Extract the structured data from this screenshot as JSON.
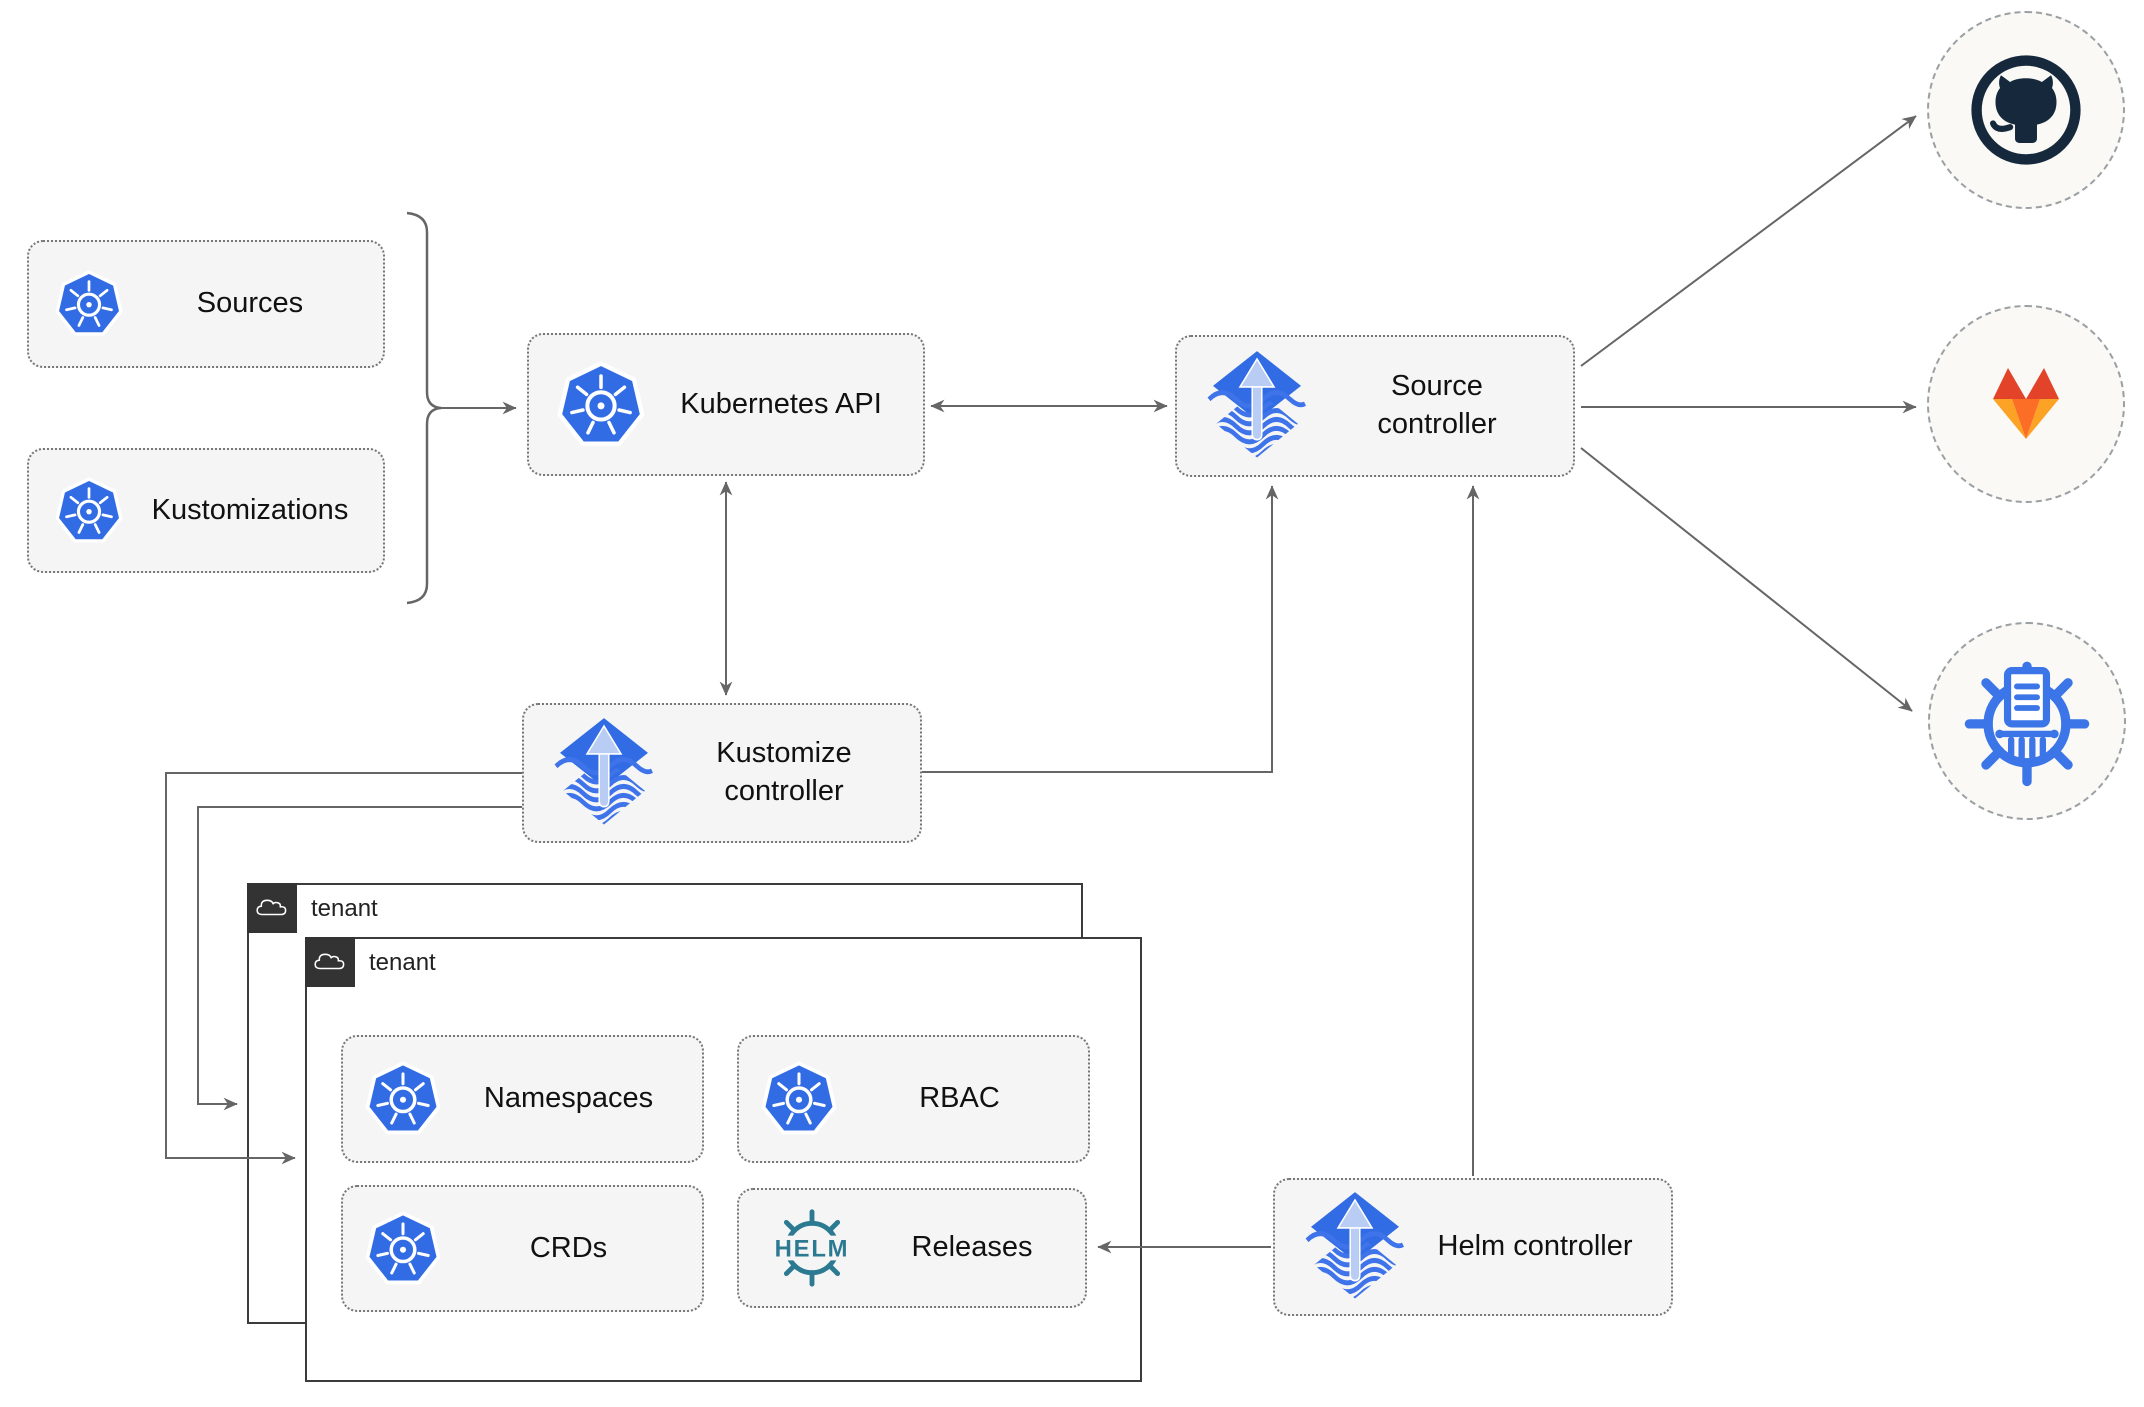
{
  "diagram": {
    "nodes": {
      "sources": {
        "label": "Sources"
      },
      "kustomizations": {
        "label": "Kustomizations"
      },
      "kubernetes_api": {
        "label": "Kubernetes API"
      },
      "source_controller": {
        "label": "Source controller"
      },
      "kustomize_controller": {
        "label": "Kustomize controller"
      },
      "helm_controller": {
        "label": "Helm controller"
      },
      "namespaces": {
        "label": "Namespaces"
      },
      "rbac": {
        "label": "RBAC"
      },
      "crds": {
        "label": "CRDs"
      },
      "releases": {
        "label": "Releases"
      }
    },
    "tenants": [
      {
        "label": "tenant"
      },
      {
        "label": "tenant"
      }
    ],
    "helm_logo_text": "HELM",
    "remotes": [
      {
        "name": "github-icon"
      },
      {
        "name": "gitlab-icon"
      },
      {
        "name": "chartmuseum-icon"
      }
    ],
    "colors": {
      "kubernetes_blue": "#326CE5",
      "flux_blue": "#316CE4",
      "flux_arrow_light": "#B9CDF4",
      "helm_teal": "#2C7A92",
      "github_navy": "#16293C",
      "gitlab_dark_orange": "#E24329",
      "gitlab_orange": "#FC6D26",
      "gitlab_light_orange": "#FCA326",
      "chartmuseum_blue": "#3B75E8",
      "wire_gray": "#666666",
      "node_fill": "#F5F5F5",
      "tenant_tab": "#333333"
    }
  }
}
